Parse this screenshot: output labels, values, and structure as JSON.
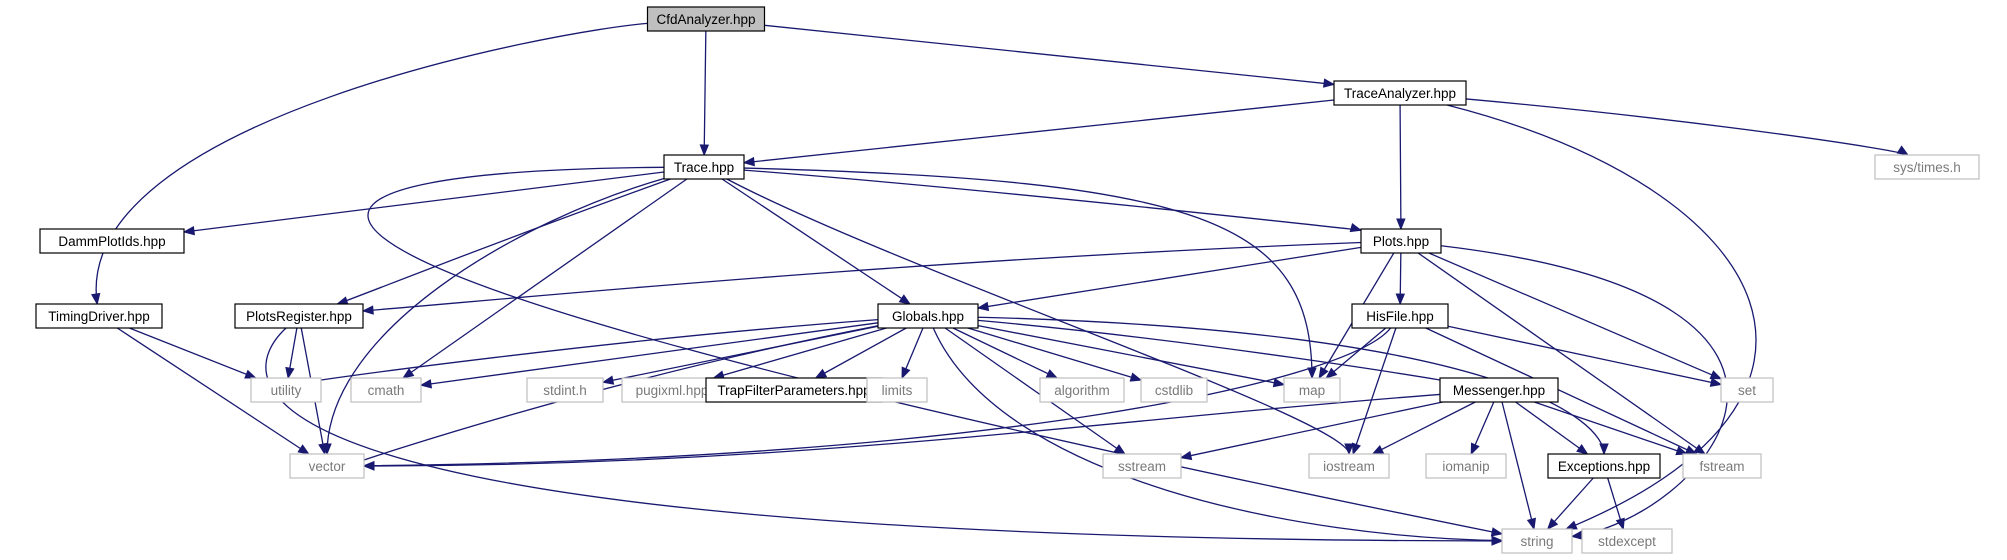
{
  "diagram": {
    "type": "include-dependency-graph",
    "colors": {
      "edge": "#191970",
      "root_fill": "#bfbfbf",
      "node_border": "#000000",
      "external_border": "#bfbfbf",
      "external_text": "#7a7a7a"
    },
    "nodes": [
      {
        "id": "cfdanalyzer",
        "label": "CfdAnalyzer.hpp",
        "kind": "root"
      },
      {
        "id": "traceanalyzer",
        "label": "TraceAnalyzer.hpp",
        "kind": "file"
      },
      {
        "id": "trace",
        "label": "Trace.hpp",
        "kind": "file"
      },
      {
        "id": "timingdriver",
        "label": "TimingDriver.hpp",
        "kind": "file"
      },
      {
        "id": "sys_times",
        "label": "sys/times.h",
        "kind": "external"
      },
      {
        "id": "dammplotids",
        "label": "DammPlotIds.hpp",
        "kind": "file"
      },
      {
        "id": "plots",
        "label": "Plots.hpp",
        "kind": "file"
      },
      {
        "id": "plotsregister",
        "label": "PlotsRegister.hpp",
        "kind": "file"
      },
      {
        "id": "globals",
        "label": "Globals.hpp",
        "kind": "file"
      },
      {
        "id": "hisfile",
        "label": "HisFile.hpp",
        "kind": "file"
      },
      {
        "id": "utility",
        "label": "utility",
        "kind": "external"
      },
      {
        "id": "cmath",
        "label": "cmath",
        "kind": "external"
      },
      {
        "id": "stdint",
        "label": "stdint.h",
        "kind": "external"
      },
      {
        "id": "pugixml",
        "label": "pugixml.hpp",
        "kind": "external"
      },
      {
        "id": "trapfilter",
        "label": "TrapFilterParameters.hpp",
        "kind": "file"
      },
      {
        "id": "limits",
        "label": "limits",
        "kind": "external"
      },
      {
        "id": "algorithm",
        "label": "algorithm",
        "kind": "external"
      },
      {
        "id": "cstdlib",
        "label": "cstdlib",
        "kind": "external"
      },
      {
        "id": "map",
        "label": "map",
        "kind": "external"
      },
      {
        "id": "messenger",
        "label": "Messenger.hpp",
        "kind": "file"
      },
      {
        "id": "set",
        "label": "set",
        "kind": "external"
      },
      {
        "id": "vector",
        "label": "vector",
        "kind": "external"
      },
      {
        "id": "sstream",
        "label": "sstream",
        "kind": "external"
      },
      {
        "id": "iostream",
        "label": "iostream",
        "kind": "external"
      },
      {
        "id": "iomanip",
        "label": "iomanip",
        "kind": "external"
      },
      {
        "id": "exceptions",
        "label": "Exceptions.hpp",
        "kind": "file"
      },
      {
        "id": "fstream",
        "label": "fstream",
        "kind": "external"
      },
      {
        "id": "string",
        "label": "string",
        "kind": "external"
      },
      {
        "id": "stdexcept",
        "label": "stdexcept",
        "kind": "external"
      }
    ],
    "edges": [
      {
        "from": "cfdanalyzer",
        "to": "trace"
      },
      {
        "from": "cfdanalyzer",
        "to": "traceanalyzer"
      },
      {
        "from": "cfdanalyzer",
        "to": "timingdriver"
      },
      {
        "from": "traceanalyzer",
        "to": "trace"
      },
      {
        "from": "traceanalyzer",
        "to": "plots"
      },
      {
        "from": "traceanalyzer",
        "to": "sys_times"
      },
      {
        "from": "traceanalyzer",
        "to": "string"
      },
      {
        "from": "trace",
        "to": "dammplotids"
      },
      {
        "from": "trace",
        "to": "plotsregister"
      },
      {
        "from": "trace",
        "to": "globals"
      },
      {
        "from": "trace",
        "to": "plots"
      },
      {
        "from": "trace",
        "to": "map"
      },
      {
        "from": "trace",
        "to": "cmath"
      },
      {
        "from": "trace",
        "to": "vector"
      },
      {
        "from": "trace",
        "to": "iostream"
      },
      {
        "from": "trace",
        "to": "string"
      },
      {
        "from": "timingdriver",
        "to": "utility"
      },
      {
        "from": "timingdriver",
        "to": "vector"
      },
      {
        "from": "plots",
        "to": "plotsregister"
      },
      {
        "from": "plots",
        "to": "globals"
      },
      {
        "from": "plots",
        "to": "hisfile"
      },
      {
        "from": "plots",
        "to": "map"
      },
      {
        "from": "plots",
        "to": "set"
      },
      {
        "from": "plots",
        "to": "fstream"
      },
      {
        "from": "plots",
        "to": "string"
      },
      {
        "from": "plotsregister",
        "to": "utility"
      },
      {
        "from": "plotsregister",
        "to": "vector"
      },
      {
        "from": "plotsregister",
        "to": "string"
      },
      {
        "from": "globals",
        "to": "utility"
      },
      {
        "from": "globals",
        "to": "cmath"
      },
      {
        "from": "globals",
        "to": "stdint"
      },
      {
        "from": "globals",
        "to": "pugixml"
      },
      {
        "from": "globals",
        "to": "trapfilter"
      },
      {
        "from": "globals",
        "to": "limits"
      },
      {
        "from": "globals",
        "to": "algorithm"
      },
      {
        "from": "globals",
        "to": "cstdlib"
      },
      {
        "from": "globals",
        "to": "map"
      },
      {
        "from": "globals",
        "to": "messenger"
      },
      {
        "from": "globals",
        "to": "exceptions"
      },
      {
        "from": "globals",
        "to": "vector"
      },
      {
        "from": "globals",
        "to": "sstream"
      },
      {
        "from": "globals",
        "to": "string"
      },
      {
        "from": "hisfile",
        "to": "map"
      },
      {
        "from": "hisfile",
        "to": "set"
      },
      {
        "from": "hisfile",
        "to": "vector"
      },
      {
        "from": "hisfile",
        "to": "iostream"
      },
      {
        "from": "hisfile",
        "to": "fstream"
      },
      {
        "from": "messenger",
        "to": "vector"
      },
      {
        "from": "messenger",
        "to": "sstream"
      },
      {
        "from": "messenger",
        "to": "iostream"
      },
      {
        "from": "messenger",
        "to": "iomanip"
      },
      {
        "from": "messenger",
        "to": "exceptions"
      },
      {
        "from": "messenger",
        "to": "fstream"
      },
      {
        "from": "messenger",
        "to": "string"
      },
      {
        "from": "exceptions",
        "to": "string"
      },
      {
        "from": "exceptions",
        "to": "stdexcept"
      }
    ]
  }
}
